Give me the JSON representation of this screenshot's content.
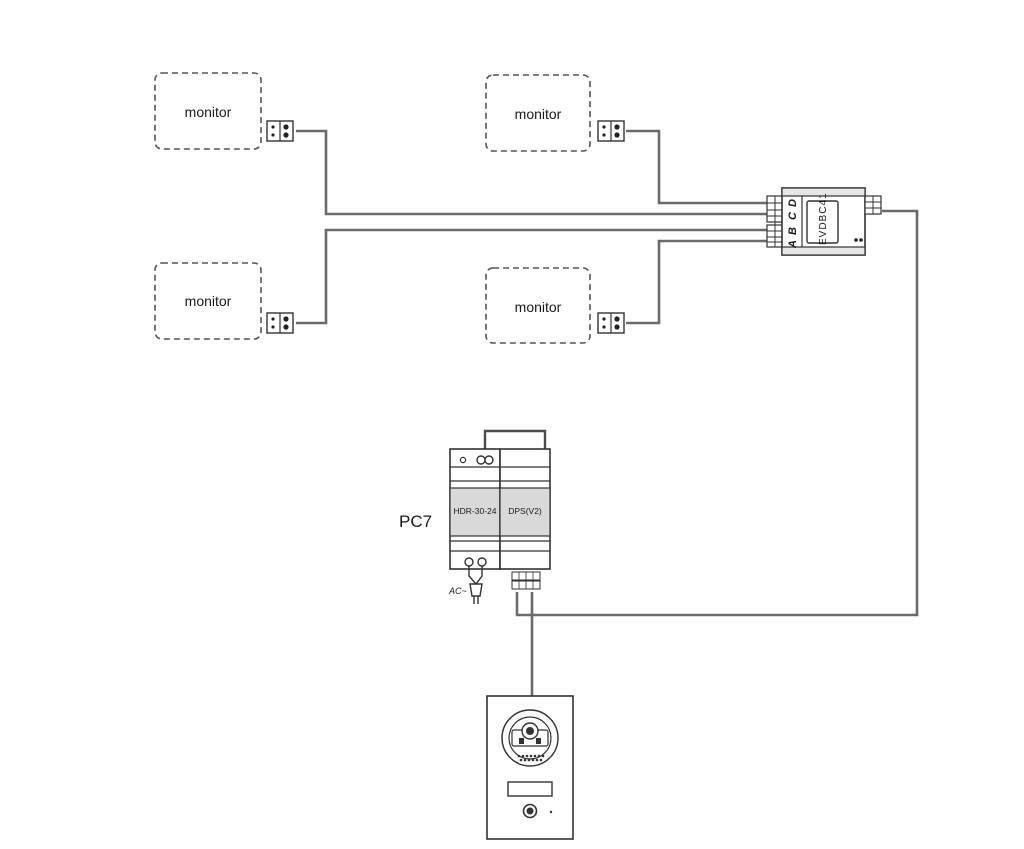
{
  "monitors": [
    {
      "label": "monitor"
    },
    {
      "label": "monitor"
    },
    {
      "label": "monitor"
    },
    {
      "label": "monitor"
    }
  ],
  "distributor": {
    "model": "EVDBC41",
    "ports": [
      "A",
      "B",
      "C",
      "D"
    ]
  },
  "power_group": {
    "label": "PC7",
    "psu_model": "HDR-30-24",
    "dps_model": "DPS(V2)",
    "ac_label": "AC~"
  },
  "colors": {
    "wire": "#6b6b6b",
    "module_fill": "#d9d9d9",
    "outline": "#333333"
  }
}
